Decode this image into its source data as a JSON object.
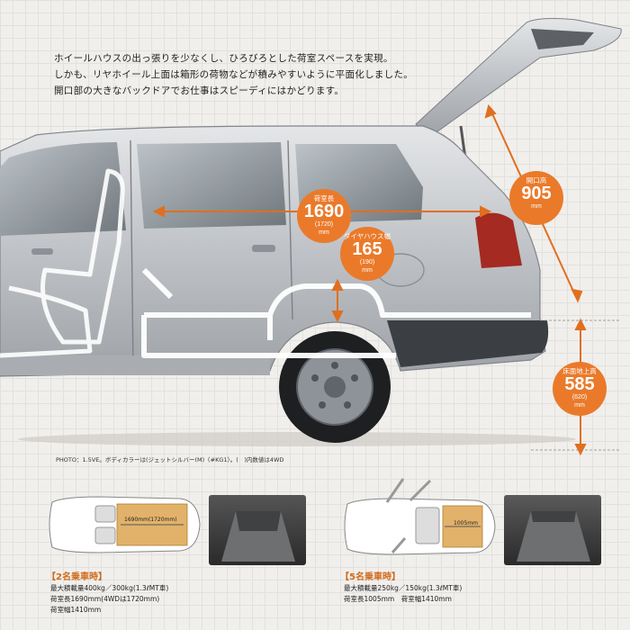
{
  "intro": {
    "line1": "ホイールハウスの出っ張りを少なくし、ひろびろとした荷室スペースを実現。",
    "line2": "しかも、リヤホイール上面は箱形の荷物などが積みやすいように平面化しました。",
    "line3": "開口部の大きなバックドアでお仕事はスピーディにはかどります。"
  },
  "badges": {
    "cargo_length": {
      "label": "荷室長",
      "value": "1690",
      "sub": "(1720)",
      "unit": "mm"
    },
    "wheelhouse_width": {
      "label": "ダイヤハウス幅",
      "value": "165",
      "sub": "(190)",
      "unit": "mm"
    },
    "opening_height": {
      "label": "開口高",
      "value": "905",
      "unit": "mm"
    },
    "floor_height": {
      "label": "床面地上高",
      "value": "585",
      "sub": "(620)",
      "unit": "mm"
    }
  },
  "photo_note": "PHOTO：1.5VE。ボディカラーは(ジェットシルバー(M)〈#KG1〉。(　)内数値は4WD",
  "panels": {
    "two": {
      "dim_label": "1690mm(1720mm)",
      "title": "【2名乗車時】",
      "line1": "最大積載量400kg／300kg(1.3ℓMT車)",
      "line2": "荷室長1690mm(4WDは1720mm)",
      "line3": "荷室幅1410mm"
    },
    "five": {
      "dim_label": "1005mm",
      "title": "【5名乗車時】",
      "line1": "最大積載量250kg／150kg(1.3ℓMT車)",
      "line2": "荷室長1005mm　荷室幅1410mm"
    }
  },
  "colors": {
    "accent": "#ea7a2a",
    "body": "#c7c9cc",
    "tail": "#a42a22"
  }
}
